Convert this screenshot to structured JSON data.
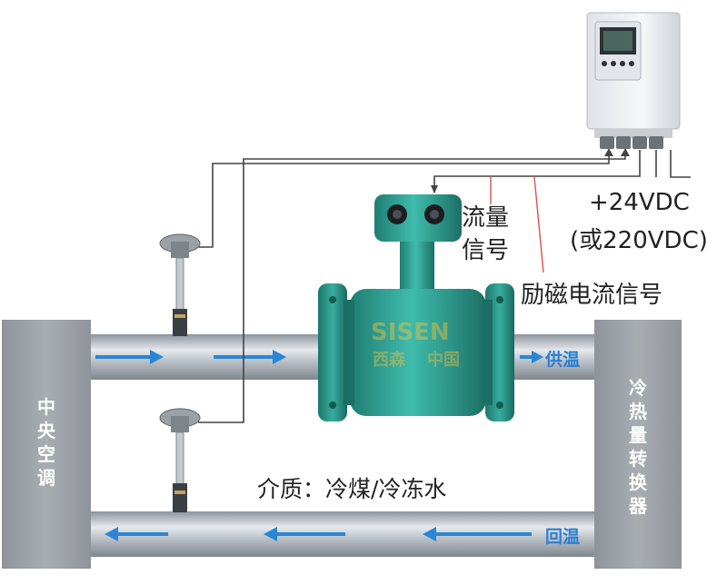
{
  "side_labels": {
    "left_unit": [
      "中",
      "央",
      "空",
      "调"
    ],
    "right_unit": [
      "冷",
      "热",
      "量",
      "转",
      "换",
      "器"
    ]
  },
  "flow_labels": {
    "supply": "供温",
    "return": "回温"
  },
  "signal_labels": {
    "flow_line1": "流量",
    "flow_line2": "信号",
    "excitation": "励磁电流信号"
  },
  "power_labels": {
    "dc": "+24VDC",
    "ac": "(或220VDC)"
  },
  "medium_label": "介质：冷煤/冷冻水",
  "watermark": {
    "brand": "SISEN",
    "cn": "西森",
    "country": "中国"
  },
  "colors": {
    "pipe": "#a9b0b7",
    "pipe_highlight": "#e3e7eb",
    "unit_box": "#9a9fa4",
    "flowmeter": "#2fa89a",
    "flowmeter_dark": "#1f7d72",
    "arrow": "#2a86d4",
    "signal_line": "#444444",
    "leader_red": "#d9534f",
    "label_blue": "#2a7fd0",
    "transmitter": "#eef0f2"
  }
}
